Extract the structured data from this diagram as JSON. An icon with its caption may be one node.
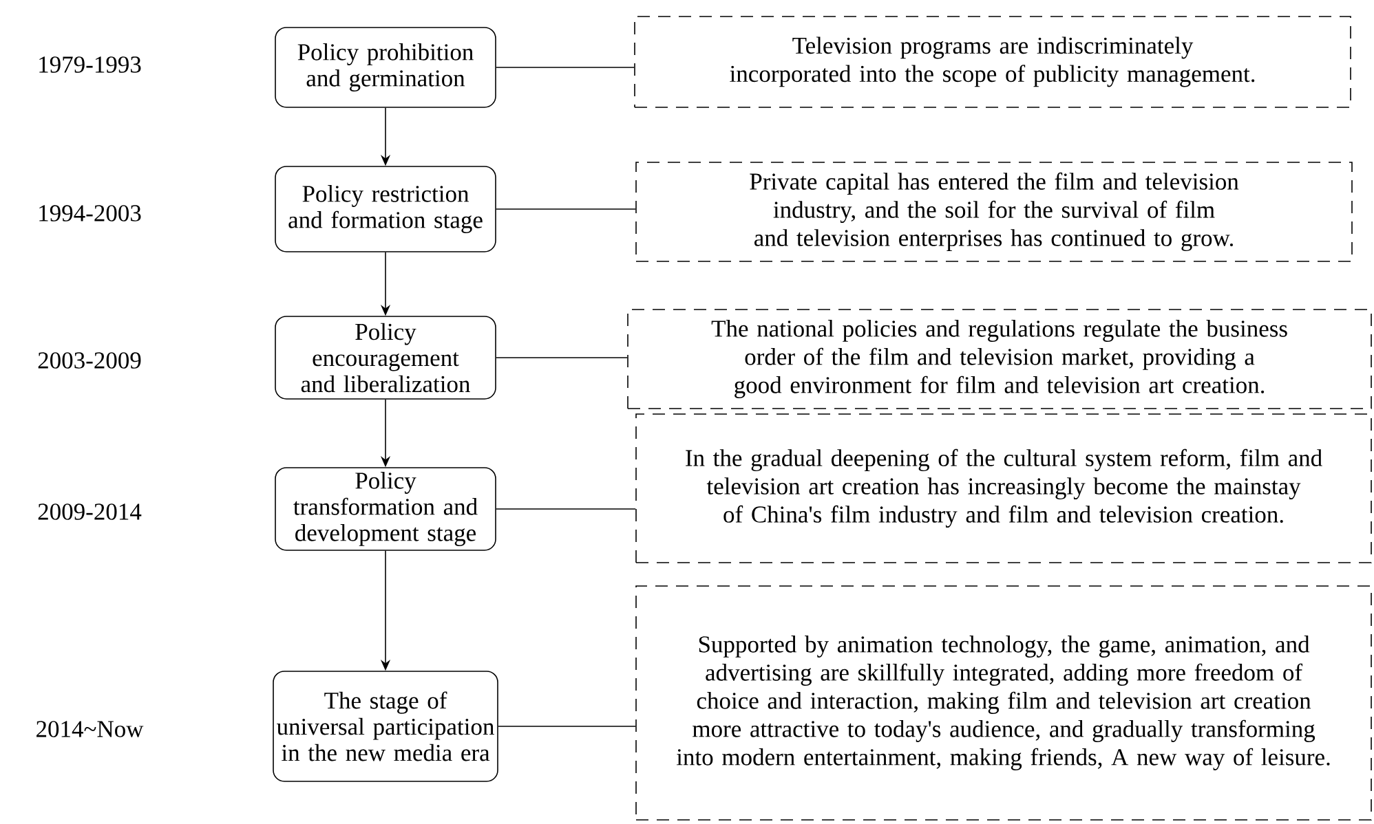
{
  "diagram": {
    "nodes": [
      {
        "text": [
          "Policy prohibition and germination"
        ]
      },
      {
        "text": [
          "Policy restriction and formation stage"
        ]
      },
      {
        "text": [
          "Policy encouragement and liberalization"
        ]
      },
      {
        "text": [
          "Policy transformation and development stage"
        ]
      },
      {
        "text": [
          "The stage of universal participation in the new media era"
        ]
      },
      {
        "text": [
          "Television programs are indiscriminately incorporated into the scope of publicity management."
        ]
      },
      {
        "text": [
          "Private capital has entered the film and television industry, and the soil for the survival of film and television enterprises has continued to grow."
        ]
      },
      {
        "text": [
          "The national policies and regulations regulate the business order of the film and television market, providing a good environment for film and television art creation."
        ]
      },
      {
        "text": [
          "In the gradual deepening of the cultural system reform, film and television art creation has increasingly become the mainstay of China's film industry and film and television creation."
        ]
      },
      {
        "text": [
          "Supported by animation technology, the game, animation, and advertising are skillfully integrated, adding more freedom of choice and interaction, making film and television art creation more attractive to today's audience, and gradually transforming into modern entertainment, making friends, A new way of leisure."
        ]
      }
    ],
    "edges": [
      {
        "from": 0,
        "to": 1,
        "arrow": "to"
      },
      {
        "from": 1,
        "to": 2,
        "arrow": "to"
      },
      {
        "from": 2,
        "to": 3,
        "arrow": "to"
      },
      {
        "from": 3,
        "to": 4,
        "arrow": "to"
      },
      {
        "from": 0,
        "to": 5,
        "arrow": "none"
      },
      {
        "from": 1,
        "to": 6,
        "arrow": "none"
      },
      {
        "from": 2,
        "to": 7,
        "arrow": "none"
      },
      {
        "from": 3,
        "to": 8,
        "arrow": "none"
      },
      {
        "from": 4,
        "to": 9,
        "arrow": "none"
      }
    ],
    "labels": [
      "1979-1993",
      "1994-2003",
      "2003-2009",
      "2009-2014",
      "2014~Now"
    ]
  }
}
